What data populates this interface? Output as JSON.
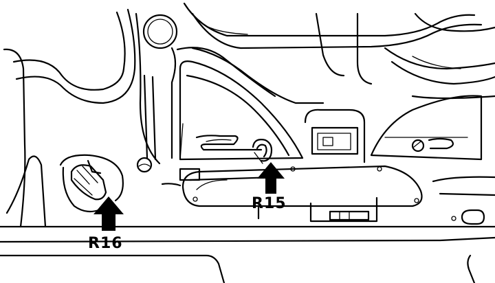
{
  "diagram": {
    "callouts": [
      {
        "id": "r16",
        "label": "R16"
      },
      {
        "id": "r15",
        "label": "R15"
      }
    ]
  }
}
